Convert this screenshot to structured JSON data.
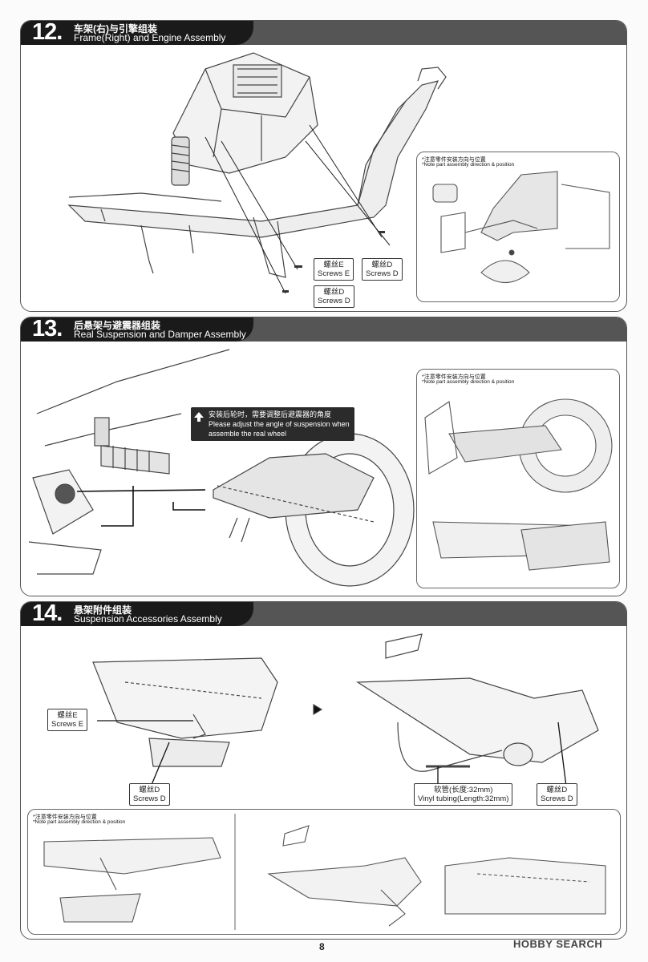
{
  "steps": [
    {
      "number": "12.",
      "title_cn": "车架(右)与引擎组装",
      "title_en": "Frame(Right) and Engine Assembly"
    },
    {
      "number": "13.",
      "title_cn": "后悬架与避震器组装",
      "title_en": "Real Suspension and Damper Assembly"
    },
    {
      "number": "14.",
      "title_cn": "悬架附件组装",
      "title_en": "Suspension Accessories Assembly"
    }
  ],
  "note": {
    "cn": "*注意零件安装方向与位置",
    "en": "*Note part assembly direction & position"
  },
  "step12": {
    "screw_e": {
      "cn": "螺丝E",
      "en": "Screws E"
    },
    "screw_d1": {
      "cn": "螺丝D",
      "en": "Screws D"
    },
    "screw_d2": {
      "cn": "螺丝D",
      "en": "Screws D"
    }
  },
  "step13": {
    "adjust_cn": "安装后轮时，需要调整后避震器的角度",
    "adjust_en1": "Please adjust the angle of suspension when",
    "adjust_en2": "assemble the real wheel"
  },
  "step14": {
    "screw_e": {
      "cn": "螺丝E",
      "en": "Screws E"
    },
    "screw_d1": {
      "cn": "螺丝D",
      "en": "Screws D"
    },
    "screw_d2": {
      "cn": "螺丝D",
      "en": "Screws D"
    },
    "tubing_cn": "软管(长度:32mm)",
    "tubing_en": "Vinyl tubing(Length:32mm)"
  },
  "page_number": "8",
  "watermark": "HOBBY SEARCH"
}
